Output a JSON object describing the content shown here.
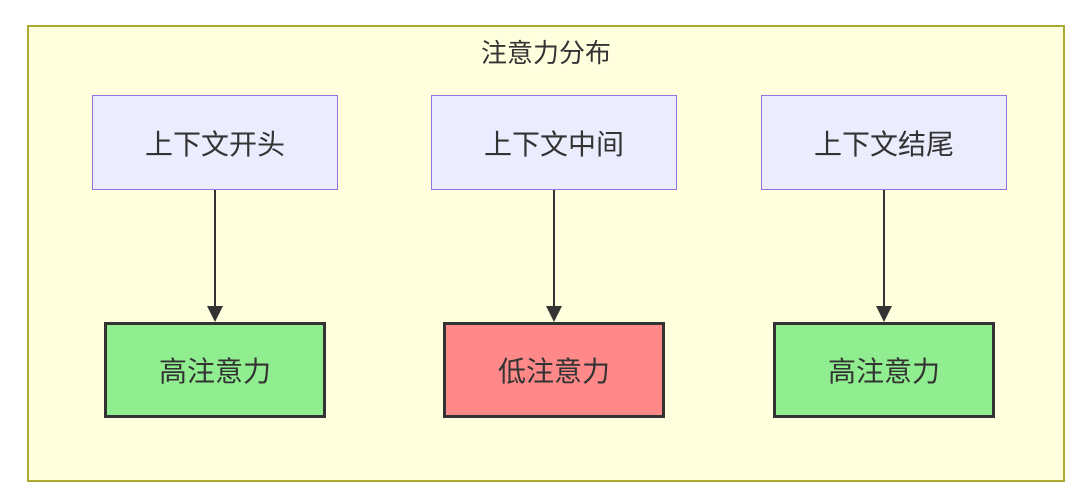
{
  "diagram": {
    "title": "注意力分布",
    "columns": [
      {
        "source": "上下文开头",
        "target": "高注意力",
        "attention_level": "high"
      },
      {
        "source": "上下文中间",
        "target": "低注意力",
        "attention_level": "low"
      },
      {
        "source": "上下文结尾",
        "target": "高注意力",
        "attention_level": "high"
      }
    ],
    "colors": {
      "frame_background": "#ffffde",
      "frame_border": "#aaaa33",
      "source_node_background": "#ECECFF",
      "source_node_border": "#9370DB",
      "high_attention_background": "#90EE90",
      "low_attention_background": "#ff8888",
      "result_node_border": "#333333",
      "text": "#333333",
      "arrow": "#333333"
    }
  }
}
